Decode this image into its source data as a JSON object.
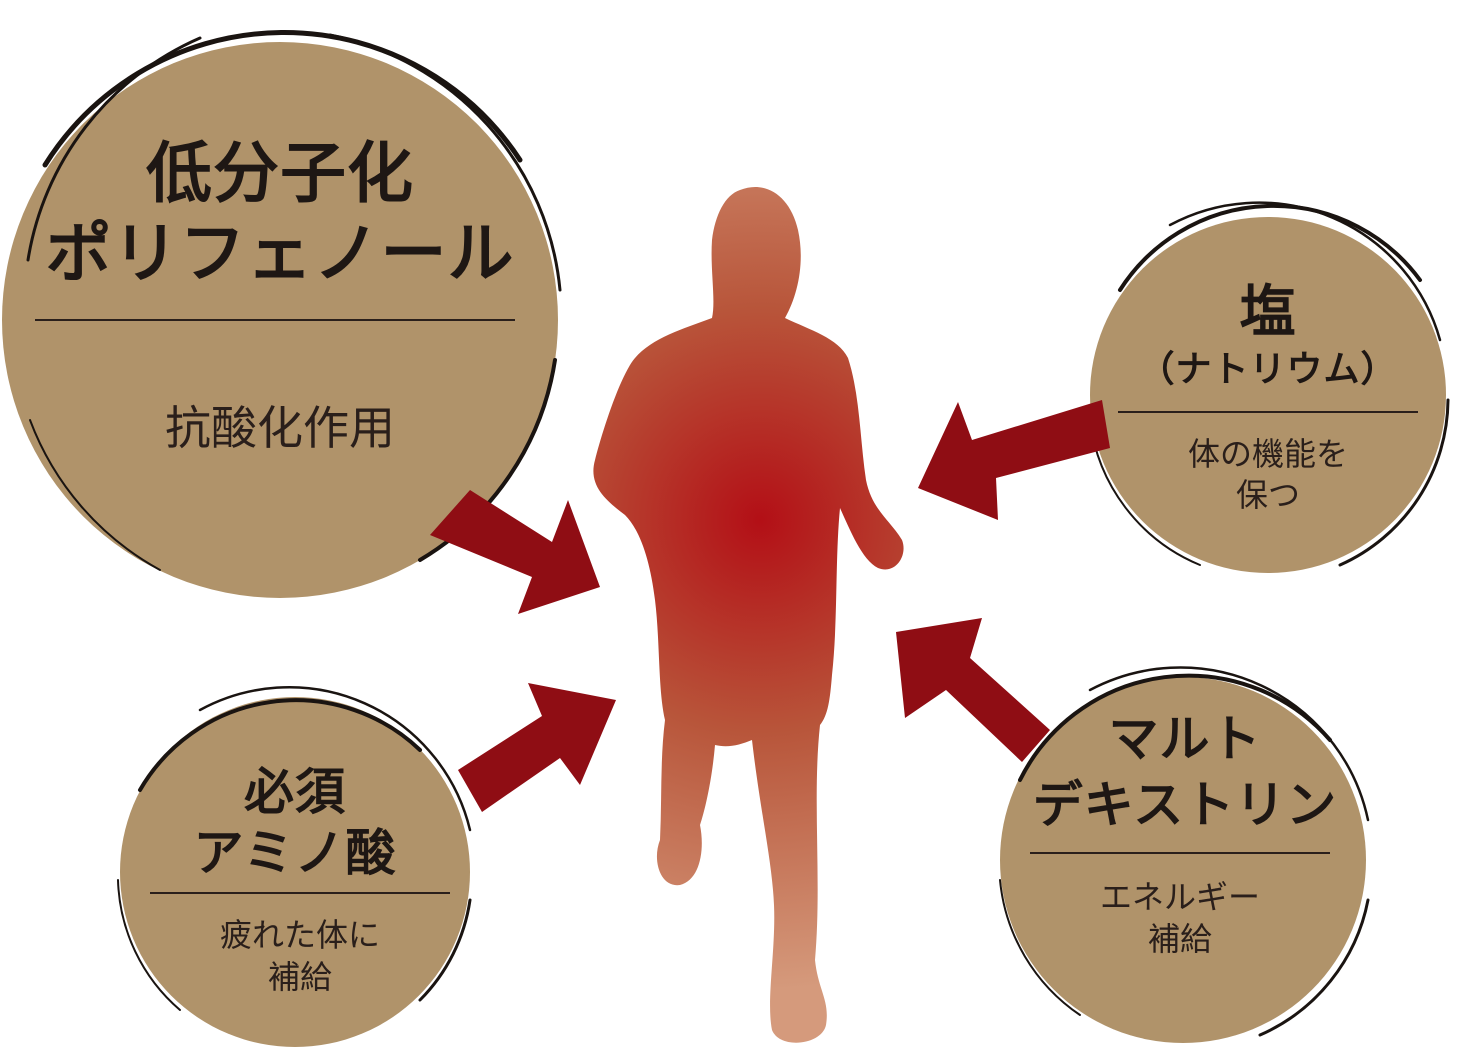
{
  "colors": {
    "circle_fill": "#b0936a",
    "circle_stroke": "#1a1411",
    "arrow": "#8f0d14",
    "figure_center": "#b30f16",
    "figure_edge": "#d59a7c",
    "text": "#2a1f1b"
  },
  "figure": {
    "name": "runner-silhouette"
  },
  "nodes": {
    "polyphenol": {
      "title_line1": "低分子化",
      "title_line2": "ポリフェノール",
      "desc": "抗酸化作用"
    },
    "salt": {
      "title_line1": "塩",
      "title_line2": "（ナトリウム）",
      "desc_line1": "体の機能を",
      "desc_line2": "保つ"
    },
    "amino": {
      "title_line1": "必須",
      "title_line2": "アミノ酸",
      "desc_line1": "疲れた体に",
      "desc_line2": "補給"
    },
    "maltodextrin": {
      "title_line1": "マルト",
      "title_line2": "デキストリン",
      "desc_line1": "エネルギー",
      "desc_line2": "補給"
    }
  }
}
